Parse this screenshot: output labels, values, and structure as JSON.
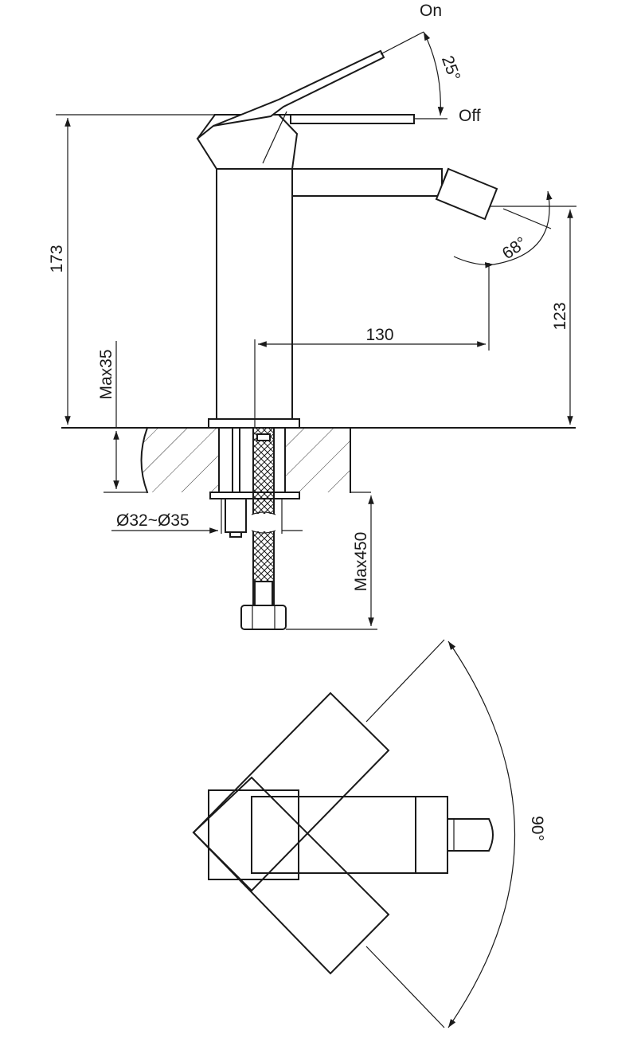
{
  "labels": {
    "on": "On",
    "off": "Off",
    "lever_angle": "25°",
    "spout_angle": "68°",
    "height_total": "173",
    "spout_height": "123",
    "spout_reach": "130",
    "max_deck": "Max35",
    "hole_diameter": "Ø32~Ø35",
    "hose_length": "Max450",
    "rotation_angle": "90°"
  },
  "colors": {
    "line": "#1a1a1a",
    "background": "#ffffff"
  }
}
